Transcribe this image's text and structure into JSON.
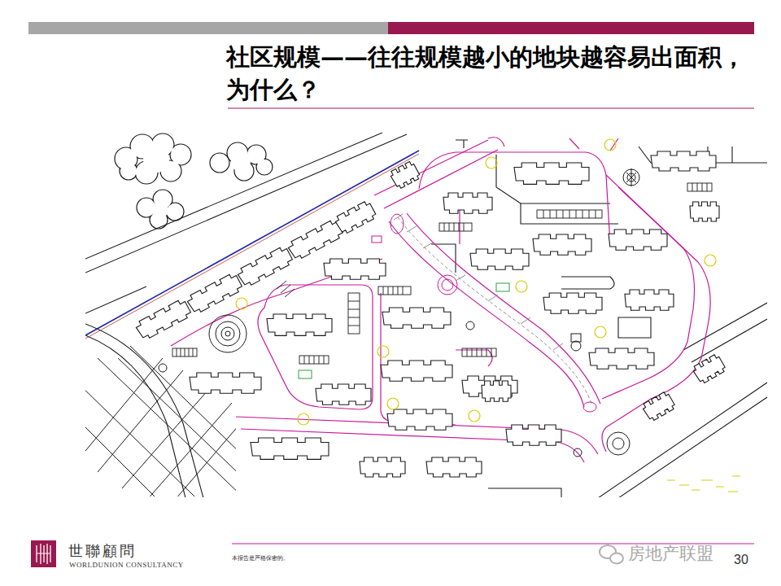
{
  "diagram": {
    "title": "社区规模——往往规模越小的地块越容易出面积，为什么？",
    "labels": [
      "世聯顧問",
      "WORLDUNION CONSULTANCY",
      "本报告是严格保密的。",
      "房地产联盟",
      "30"
    ]
  }
}
